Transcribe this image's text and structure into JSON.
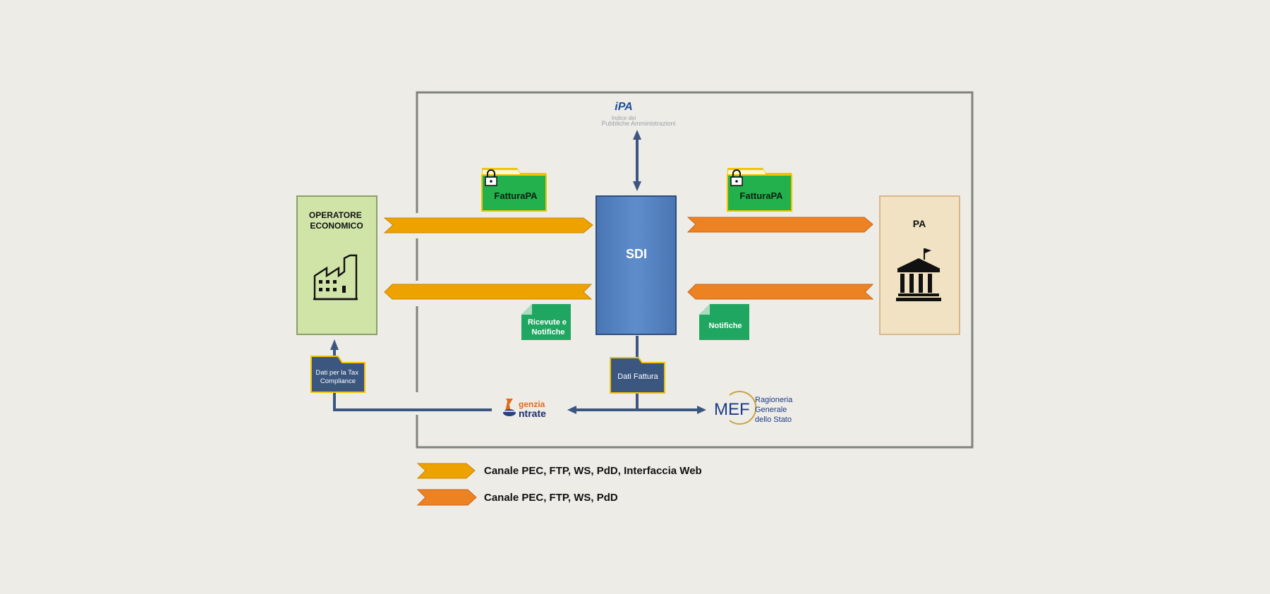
{
  "nodes": {
    "operatore": "OPERATORE\nECONOMICO",
    "sdi": "SDI",
    "pa": "PA"
  },
  "documents": {
    "fattura_left": "FatturaPA",
    "fattura_right": "FatturaPA",
    "ricevute": "Ricevute e\nNotifiche",
    "notifiche": "Notifiche",
    "dati_fattura": "Dati Fattura",
    "dati_tax": "Dati per la Tax\nCompliance"
  },
  "logos": {
    "ipa_mark": "iPA",
    "ipa_sub1": "Indice dei",
    "ipa_sub2": "Pubbliche Amministrazioni",
    "agenzia_line1": "genzia",
    "agenzia_line2": "ntrate",
    "mef_mark": "MEF",
    "mef_text": "Ragioneria\nGenerale\ndello Stato"
  },
  "legend": [
    {
      "label": "Canale PEC, FTP, WS, PdD, Interfaccia Web",
      "color": "#eda200"
    },
    {
      "label": "Canale PEC, FTP, WS, PdD",
      "color": "#ec8222"
    }
  ],
  "colors": {
    "background": "#eeece7",
    "operatore_fill": "#d1e4a8",
    "sdi_fill": "#5a86c4",
    "pa_fill": "#f0e2c2",
    "fattura_fill": "#23b14d",
    "receipt_fill": "#1fa661",
    "navy_doc_fill": "#3b567f",
    "connector": "#3b567f"
  },
  "icons": {
    "operatore": "factory-icon",
    "pa": "government-building-icon",
    "fattura": "lock-icon"
  }
}
